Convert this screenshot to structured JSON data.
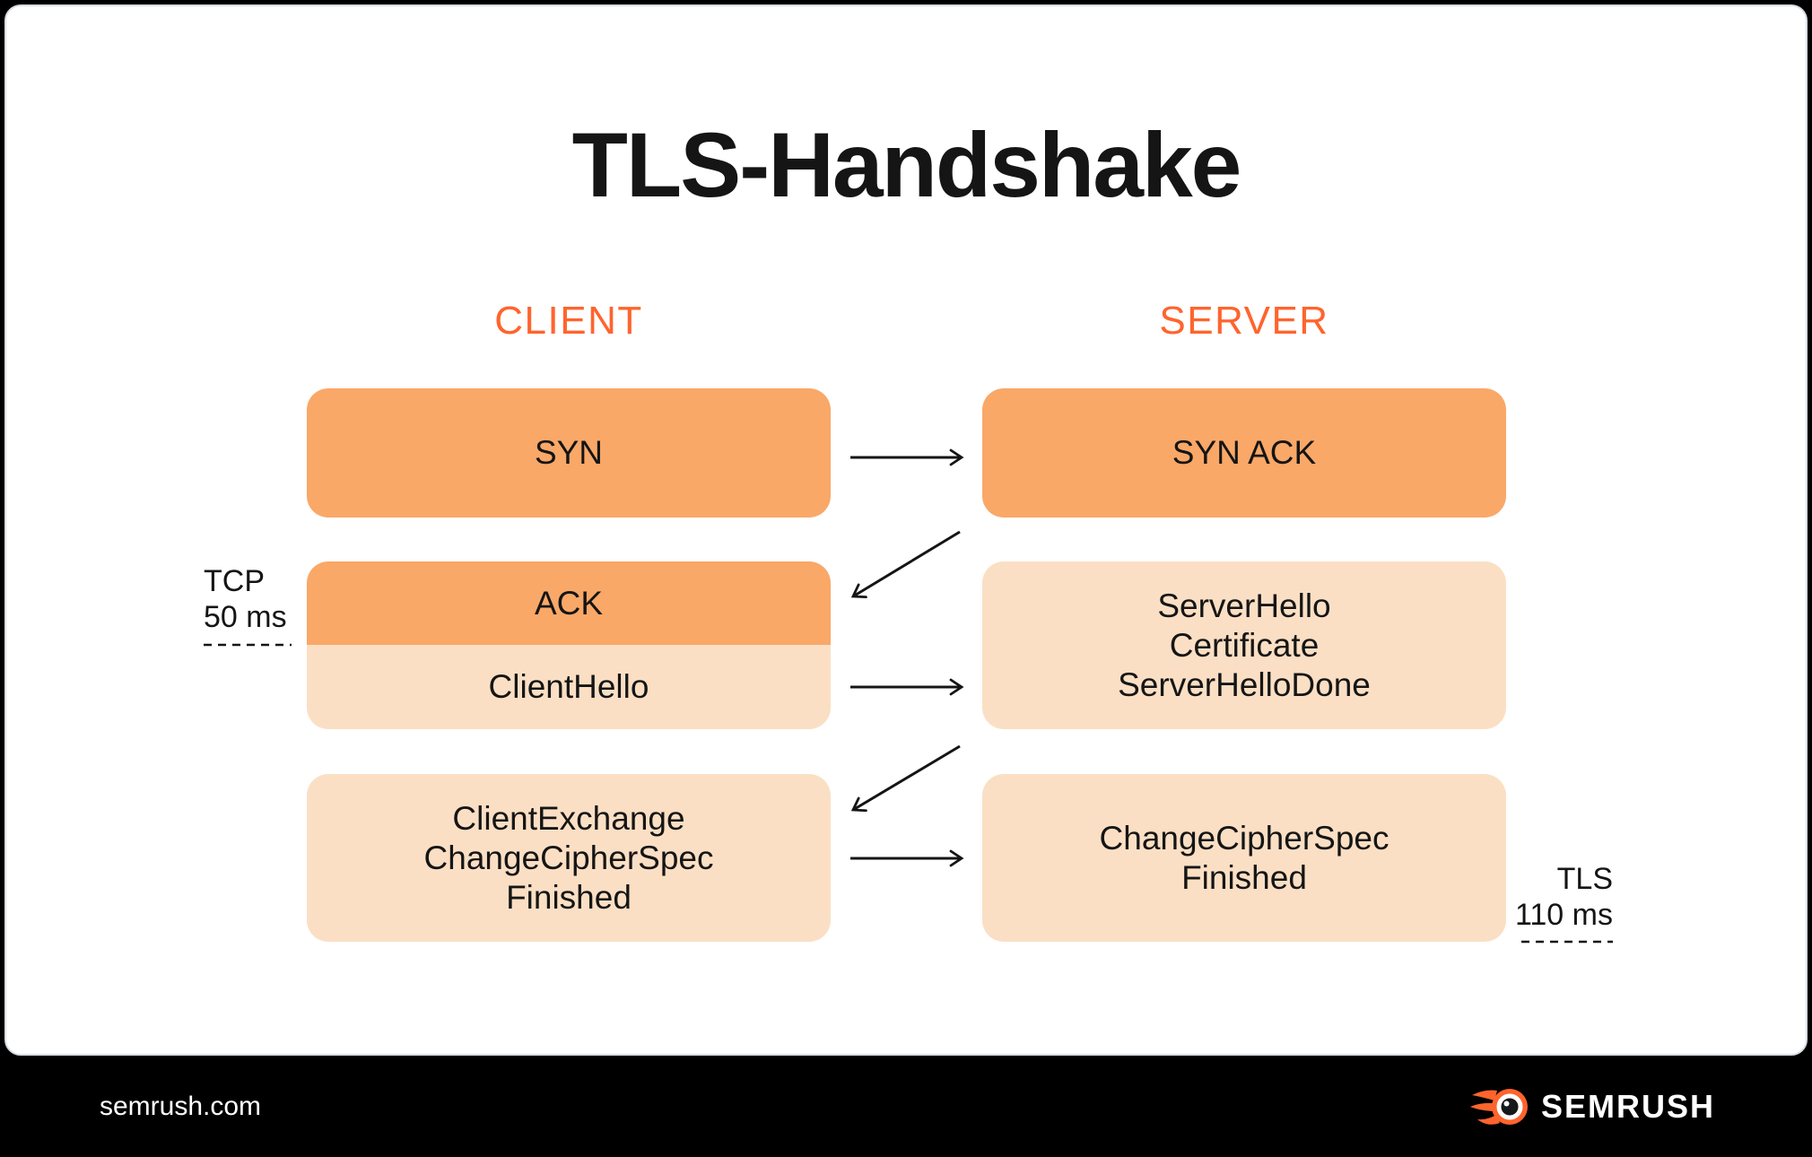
{
  "title": "TLS-Handshake",
  "colors": {
    "page_bg": "#000000",
    "card_bg": "#FFFFFF",
    "brand_orange": "#FF642D",
    "box_dark_orange": "#F9A868",
    "box_light_orange": "#FBDFC4",
    "ink": "#151515",
    "footer_text": "#FFFFFF"
  },
  "headers": {
    "client": "CLIENT",
    "server": "SERVER"
  },
  "boxes": {
    "syn": {
      "label": "SYN"
    },
    "syn_ack": {
      "label": "SYN ACK"
    },
    "ack": {
      "label": "ACK"
    },
    "client_hello": {
      "label": "ClientHello"
    },
    "server_hello": {
      "lines": [
        "ServerHello",
        "Certificate",
        "ServerHelloDone"
      ]
    },
    "client_exchange": {
      "lines": [
        "ClientExchange",
        "ChangeCipherSpec",
        "Finished"
      ]
    },
    "server_change_cipher": {
      "lines": [
        "ChangeCipherSpec",
        "Finished"
      ]
    }
  },
  "timing": {
    "tcp": {
      "phase": "TCP",
      "time": "50 ms"
    },
    "tls": {
      "phase": "TLS",
      "time": "110 ms"
    }
  },
  "footer": {
    "site": "semrush.com",
    "brand": "SEMRUSH"
  }
}
